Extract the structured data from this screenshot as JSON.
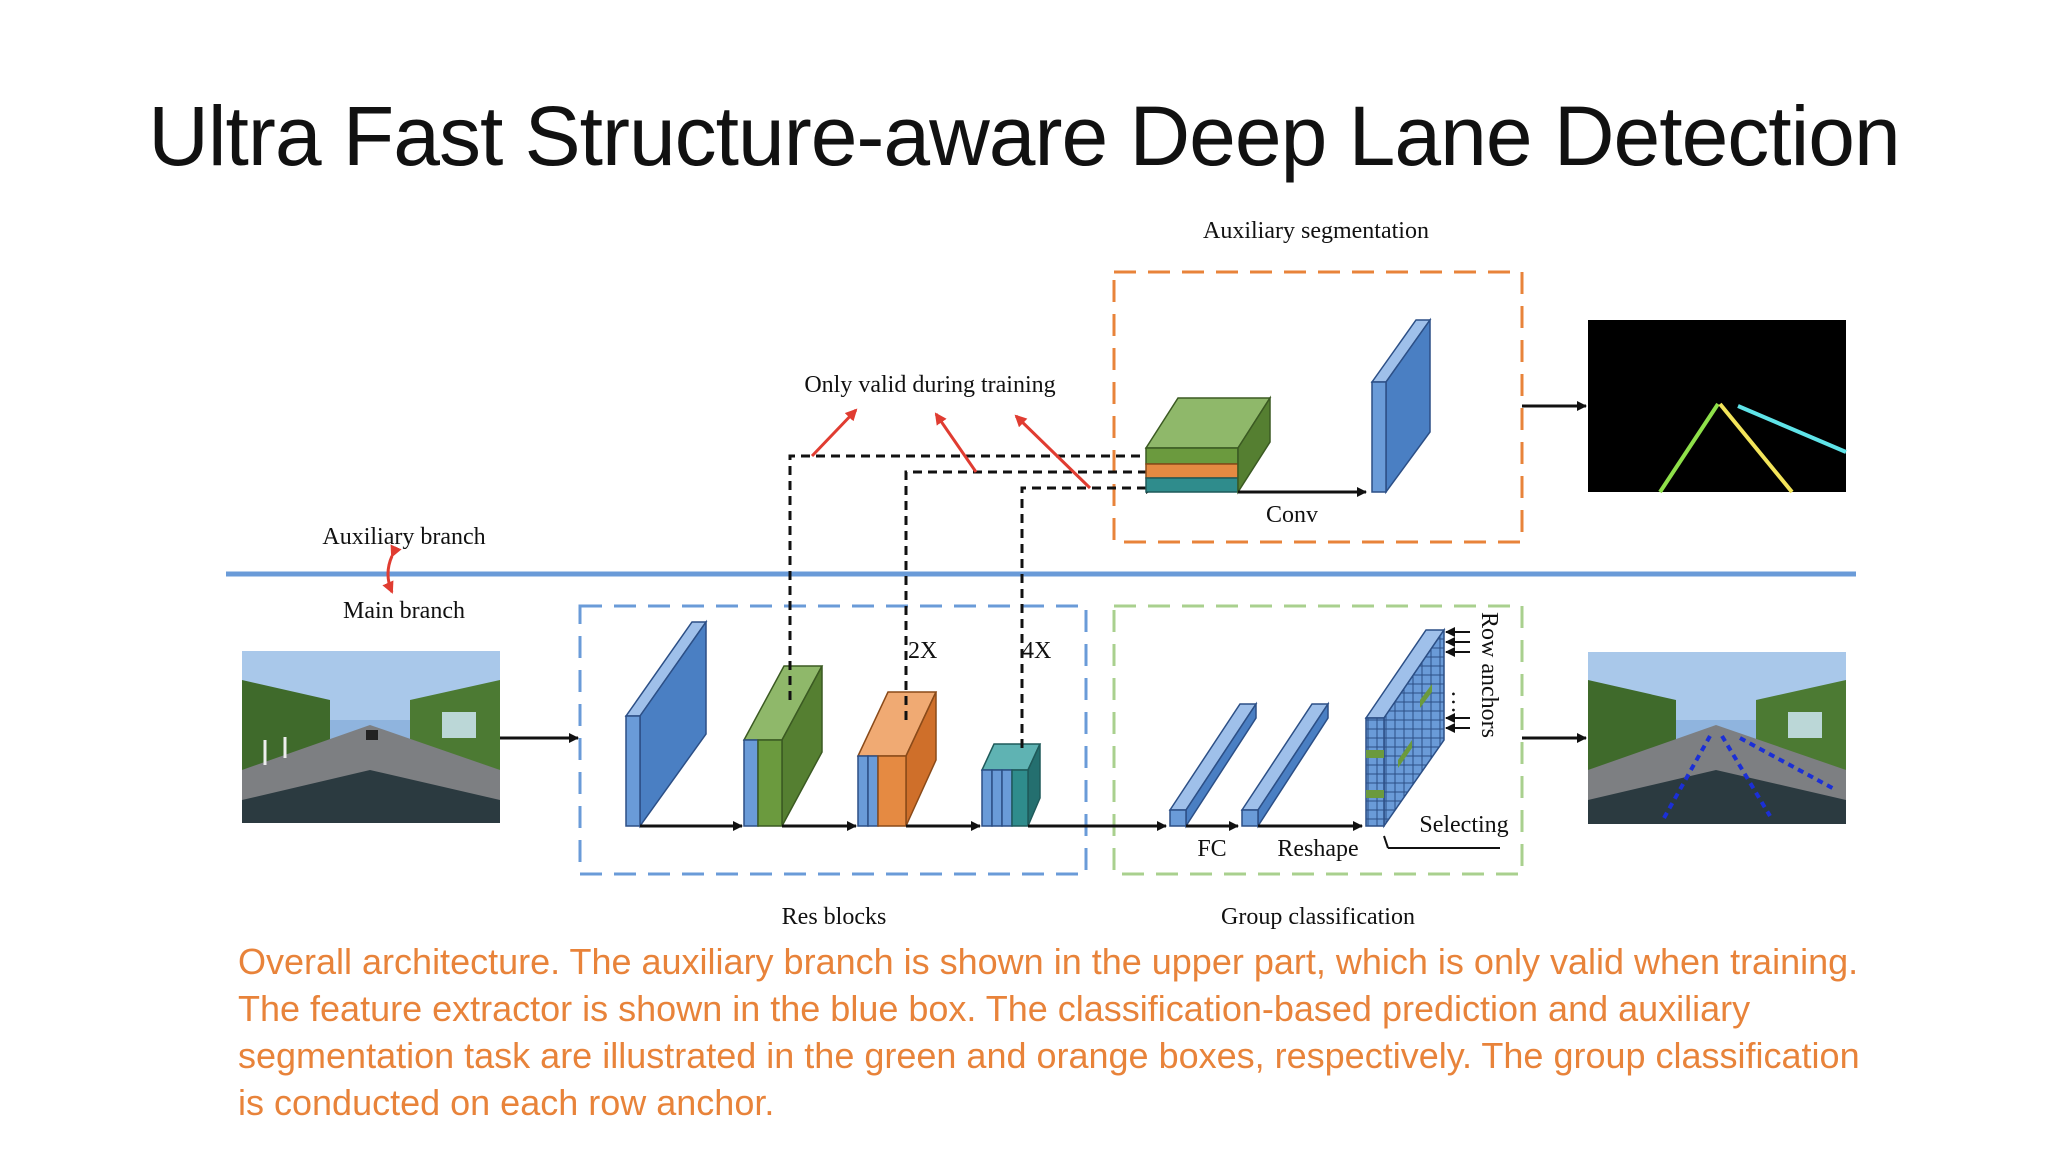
{
  "title": "Ultra Fast Structure-aware Deep Lane Detection",
  "caption": "Overall architecture. The auxiliary branch is shown in the upper part, which is only valid when training. The feature extractor is shown in the blue box. The classification-based prediction and auxiliary segmentation task are illustrated in the green and orange boxes, respectively. The group classification is conducted on each row anchor.",
  "diagram": {
    "auxiliary_segmentation": "Auxiliary segmentation",
    "only_valid_during_training": "Only valid during training",
    "conv": "Conv",
    "auxiliary_branch": "Auxiliary branch",
    "main_branch": "Main branch",
    "upsample_2x": "2X",
    "upsample_4x": "4X",
    "row_anchors": "Row anchors",
    "fc": "FC",
    "reshape": "Reshape",
    "selecting": "Selecting",
    "res_blocks": "Res blocks",
    "group_classification": "Group classification",
    "row_anchor_ellipsis": "…"
  },
  "colors": {
    "caption": "#E8833A",
    "block_blue": "#6A9BD8",
    "block_green": "#6B9A3E",
    "block_orange": "#E58A42",
    "block_teal": "#2F8C8C",
    "seg_box": "#E8833A",
    "res_box": "#6A9BD8",
    "cls_box": "#A9D08E",
    "divider": "#6A9BD8",
    "red_arrow": "#E03C31"
  }
}
